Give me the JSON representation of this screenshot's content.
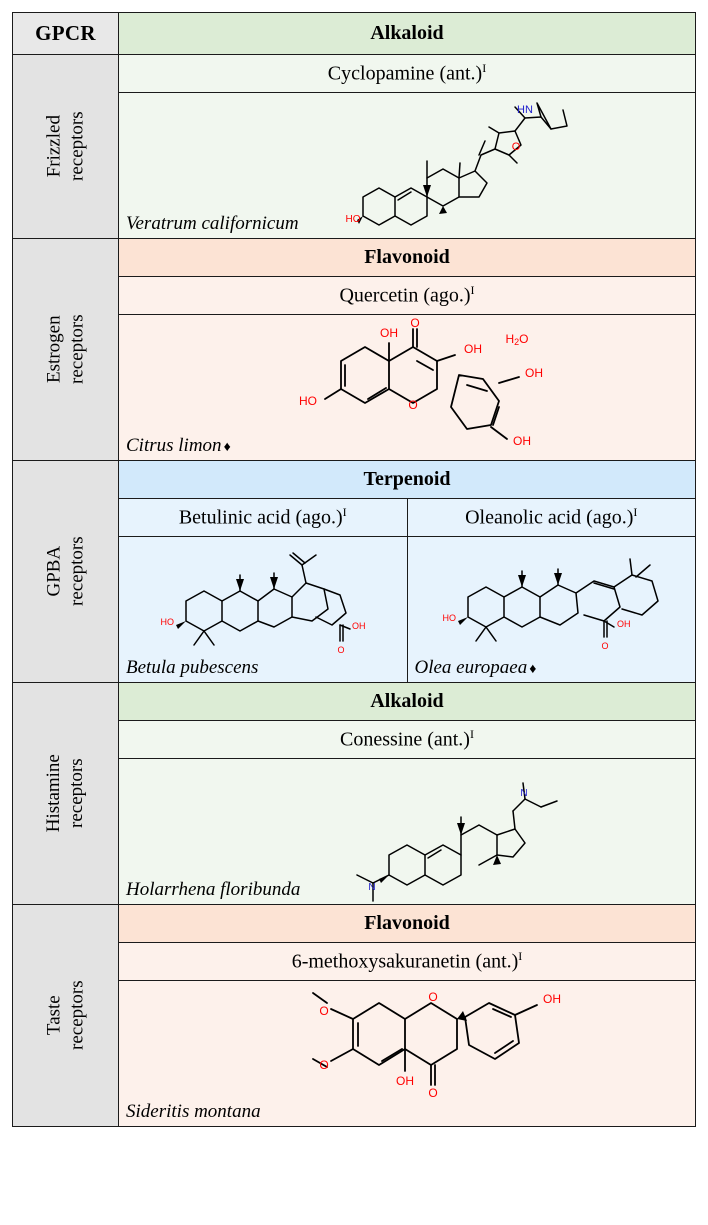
{
  "table": {
    "corner_header": "GPCR",
    "colors": {
      "alkaloid_header": "#dcecd5",
      "alkaloid_body": "#f1f7ef",
      "flavonoid_header": "#fce3d4",
      "flavonoid_body": "#fdf1eb",
      "terpenoid_header": "#d2e9fb",
      "terpenoid_body": "#e7f3fd",
      "receptor_column": "#e3e3e3",
      "border": "#1b1b1b",
      "atom_label_red": "#ff0000",
      "atom_label_blue": "#2222cc",
      "bond_black": "#000000"
    },
    "sections": [
      {
        "receptor_line1": "Frizzled",
        "receptor_line2": "receptors",
        "class_label": "Alkaloid",
        "class_kind": "alkaloid",
        "compounds": [
          {
            "name": "Cyclopamine (ant.)",
            "superscript": "I",
            "species": "Veratrum californicum",
            "species_marker": "",
            "molecule": "cyclopamine"
          }
        ]
      },
      {
        "receptor_line1": "Estrogen",
        "receptor_line2": "receptors",
        "class_label": "Flavonoid",
        "class_kind": "flavonoid",
        "compounds": [
          {
            "name": "Quercetin (ago.)",
            "superscript": "I",
            "species": "Citrus limon",
            "species_marker": "♦",
            "molecule": "quercetin"
          }
        ]
      },
      {
        "receptor_line1": "GPBA",
        "receptor_line2": "receptors",
        "class_label": "Terpenoid",
        "class_kind": "terpenoid",
        "compounds": [
          {
            "name": "Betulinic acid (ago.)",
            "superscript": "I",
            "species": "Betula pubescens",
            "species_marker": "",
            "molecule": "betulinic-acid"
          },
          {
            "name": "Oleanolic acid (ago.)",
            "superscript": "I",
            "species": "Olea europaea",
            "species_marker": "♦",
            "molecule": "oleanolic-acid"
          }
        ]
      },
      {
        "receptor_line1": "Histamine",
        "receptor_line2": "receptors",
        "class_label": "Alkaloid",
        "class_kind": "alkaloid",
        "compounds": [
          {
            "name": "Conessine  (ant.)",
            "superscript": "I",
            "species": "Holarrhena floribunda",
            "species_marker": "",
            "molecule": "conessine"
          }
        ]
      },
      {
        "receptor_line1": "Taste",
        "receptor_line2": "receptors",
        "class_label": "Flavonoid",
        "class_kind": "flavonoid",
        "compounds": [
          {
            "name": "6-methoxysakuranetin (ant.)",
            "superscript": "I",
            "species": "Sideritis montana",
            "species_marker": "",
            "molecule": "6-methoxysakuranetin"
          }
        ]
      }
    ],
    "molecule_labels": {
      "cyclopamine": [
        "HN",
        "O",
        "HO"
      ],
      "quercetin": [
        "OH",
        "O",
        "OH",
        "H2O",
        "HO",
        "O",
        "OH",
        "OH"
      ],
      "betulinic-acid": [
        "HO",
        "OH",
        "O"
      ],
      "oleanolic-acid": [
        "HO",
        "OH",
        "O"
      ],
      "conessine": [
        "N",
        "N"
      ],
      "6-methoxysakuranetin": [
        "O",
        "O",
        "O",
        "OH",
        "OH",
        "O"
      ]
    }
  }
}
